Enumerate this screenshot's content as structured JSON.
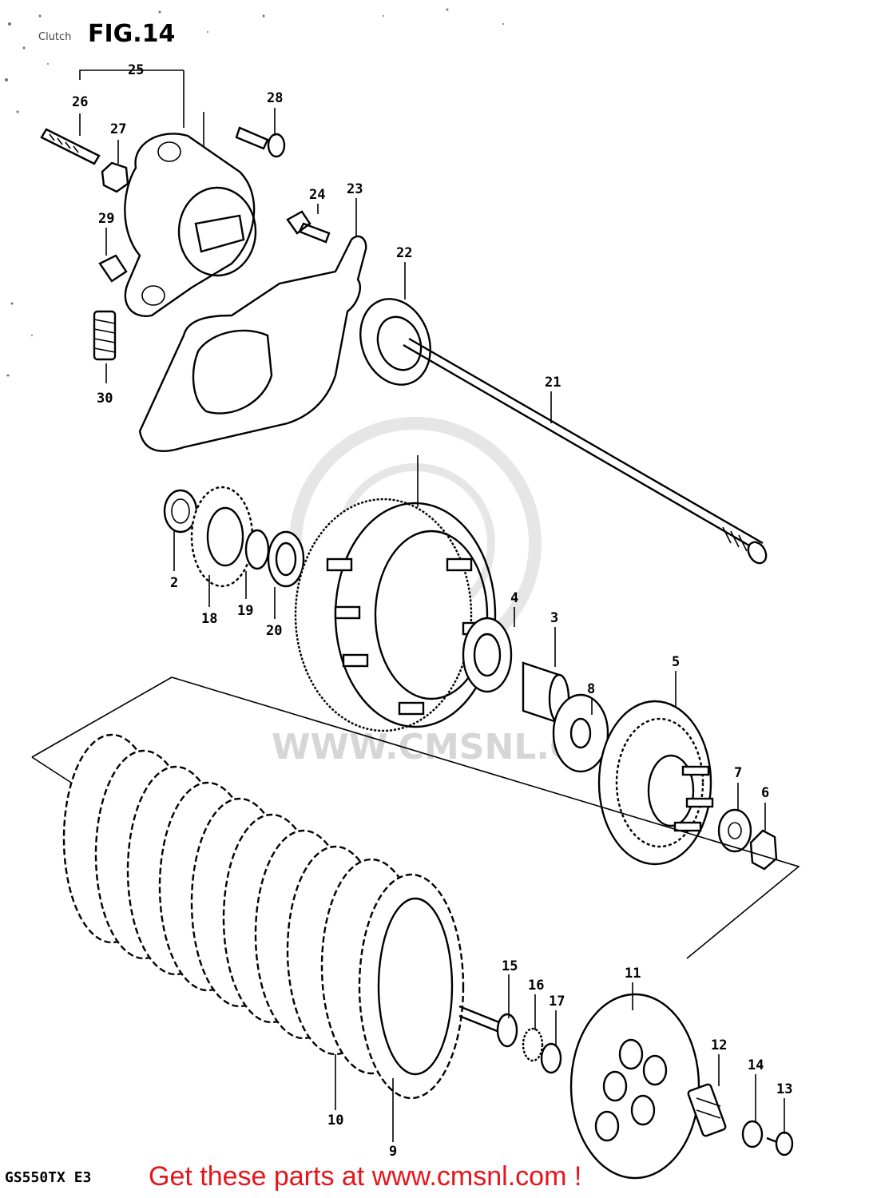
{
  "header": {
    "figure_title": "FIG.14",
    "corner_text": "Clutch"
  },
  "footer": {
    "model_code": "GS550TX  E3",
    "cta_text": "Get these parts at www.cmsnl.com !"
  },
  "watermark": {
    "text": "WWW.CMSNL.COM"
  },
  "callouts": {
    "c2": "2",
    "c3": "3",
    "c4": "4",
    "c5": "5",
    "c6": "6",
    "c7": "7",
    "c8": "8",
    "c9": "9",
    "c10": "10",
    "c11": "11",
    "c12": "12",
    "c13": "13",
    "c14": "14",
    "c15": "15",
    "c16": "16",
    "c17": "17",
    "c18": "18",
    "c19": "19",
    "c20": "20",
    "c21": "21",
    "c22": "22",
    "c23": "23",
    "c24": "24",
    "c25": "25",
    "c26": "26",
    "c27": "27",
    "c28": "28",
    "c29": "29",
    "c30": "30"
  },
  "colors": {
    "cta": "#e8141b",
    "line": "#000000",
    "watermark": "#d6d6d6"
  }
}
